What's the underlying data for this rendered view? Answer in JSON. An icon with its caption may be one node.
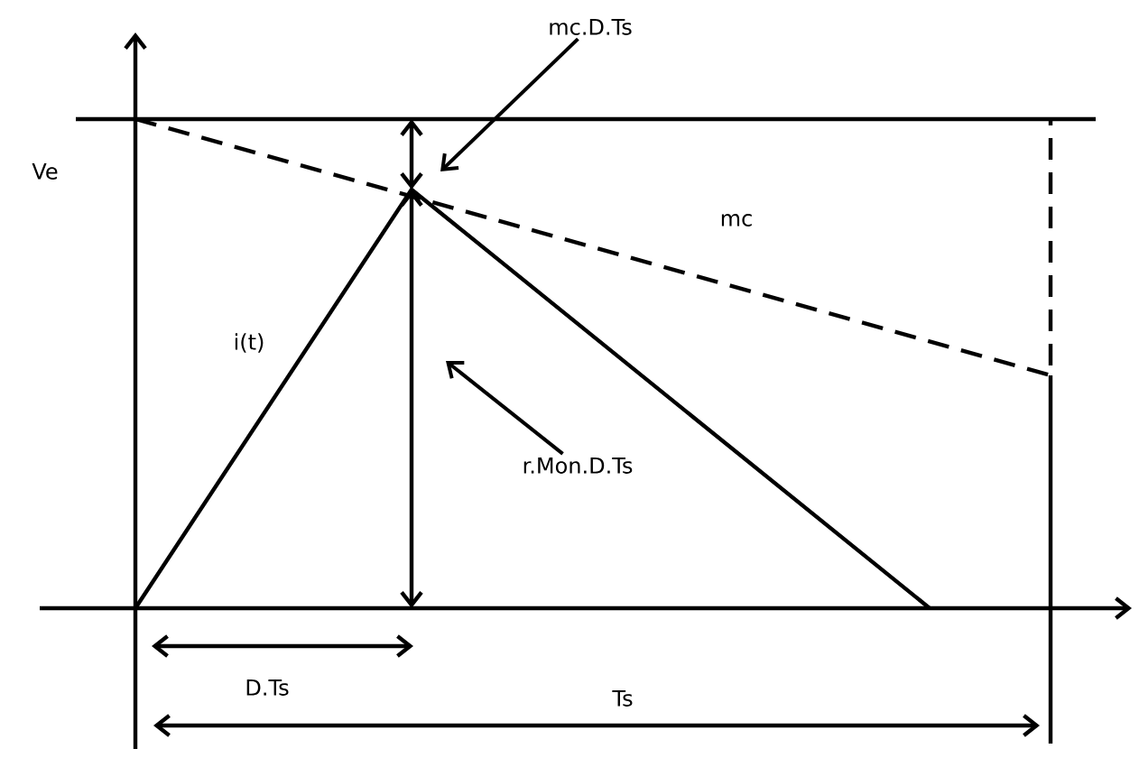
{
  "diagram": {
    "nodes": [
      {
        "text": [
          "mc.D.Ts"
        ]
      },
      {
        "text": [
          "r.Mon.D.Ts"
        ]
      }
    ],
    "edges": [
      {
        "from": 0,
        "to": null,
        "arrow": "to"
      },
      {
        "from": 1,
        "to": null,
        "arrow": "to"
      }
    ],
    "labels": [
      "Ve",
      "mc",
      "i(t)",
      "D.Ts",
      "Ts"
    ]
  }
}
